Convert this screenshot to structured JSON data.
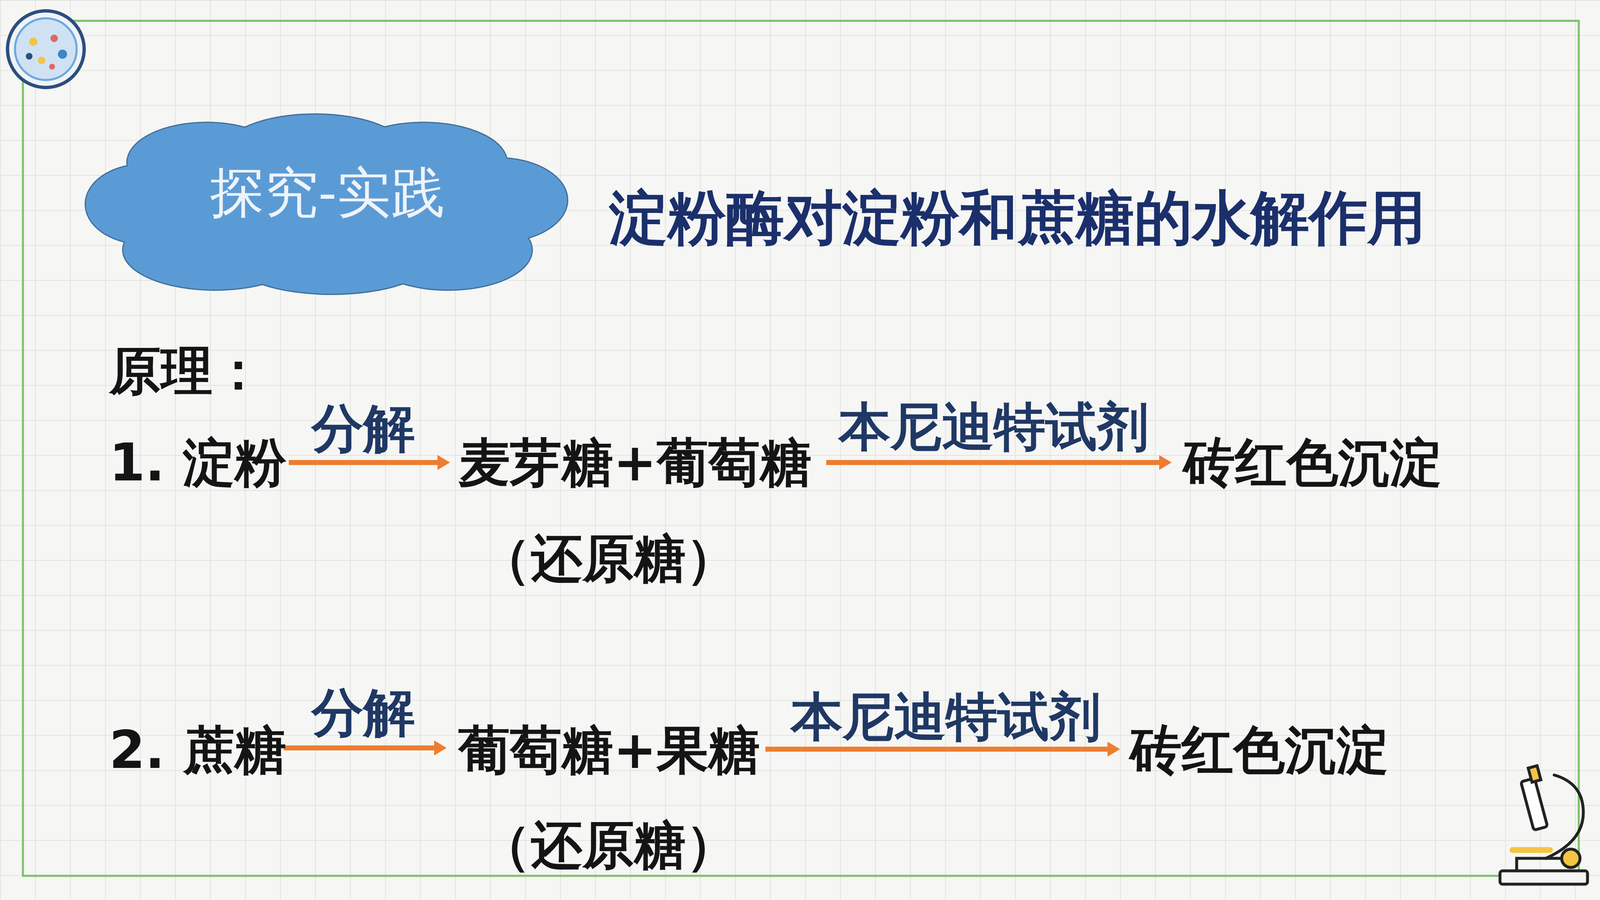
{
  "diagram": {
    "title": "淀粉酶对淀粉和蔗糖的水解作用",
    "nodes": [
      {
        "text": [
          "探究-实践"
        ]
      }
    ],
    "labels": [
      "原理：",
      "1. 淀粉",
      "分解",
      "麦芽糖+葡萄糖",
      "本尼迪特试剂",
      "砖红色沉淀",
      "（还原糖）",
      "2. 蔗糖",
      "分解",
      "葡萄糖+果糖",
      "本尼迪特试剂",
      "砖红色沉淀",
      "（还原糖）"
    ]
  }
}
